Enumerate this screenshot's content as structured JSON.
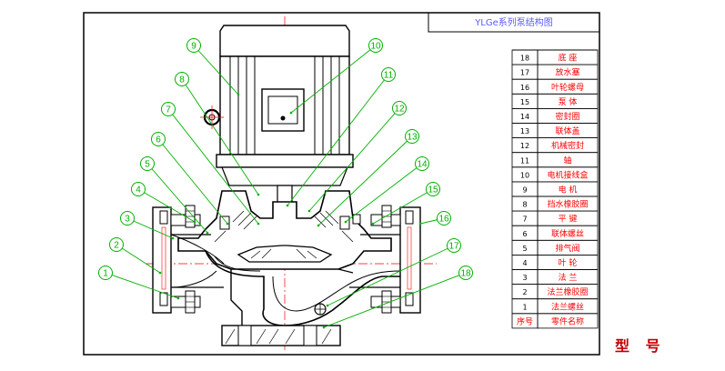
{
  "title": "YLGe系列泵结构图",
  "model_label": "型 号",
  "parts_header": {
    "num": "序号",
    "name": "零件名称"
  },
  "parts": [
    {
      "num": "18",
      "name": "底  座"
    },
    {
      "num": "17",
      "name": "放水塞"
    },
    {
      "num": "16",
      "name": "叶轮螺母"
    },
    {
      "num": "15",
      "name": "泵  体"
    },
    {
      "num": "14",
      "name": "密封圈"
    },
    {
      "num": "13",
      "name": "联体盖"
    },
    {
      "num": "12",
      "name": "机械密封"
    },
    {
      "num": "11",
      "name": "轴"
    },
    {
      "num": "10",
      "name": "电机接线盒"
    },
    {
      "num": "9",
      "name": "电  机"
    },
    {
      "num": "8",
      "name": "挡水橡胶圈"
    },
    {
      "num": "7",
      "name": "平  键"
    },
    {
      "num": "6",
      "name": "联体螺丝"
    },
    {
      "num": "5",
      "name": "排气阀"
    },
    {
      "num": "4",
      "name": "叶  轮"
    },
    {
      "num": "3",
      "name": "法  兰"
    },
    {
      "num": "2",
      "name": "法兰橡胶圈"
    },
    {
      "num": "1",
      "name": "法兰螺丝"
    }
  ],
  "callouts": [
    "1",
    "2",
    "3",
    "4",
    "5",
    "6",
    "7",
    "8",
    "9",
    "10",
    "11",
    "12",
    "13",
    "14",
    "15",
    "16",
    "17",
    "18"
  ],
  "colors": {
    "leader": "#00b000",
    "table_text": "#ff0000",
    "title_text": "#5a5aff",
    "model_label": "#c00000",
    "centerline": "#ff0000"
  }
}
